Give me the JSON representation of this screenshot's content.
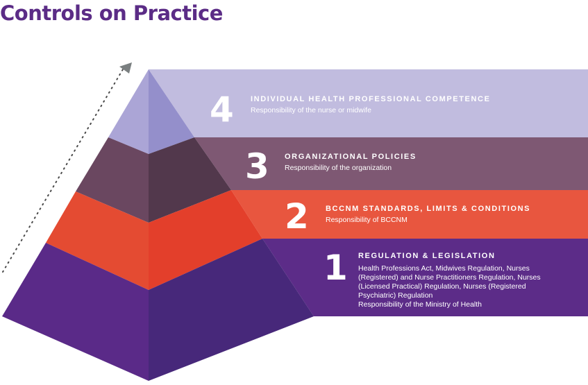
{
  "title": "Controls on Practice",
  "colors": {
    "title": "#5b2c86",
    "level4": "#c0bbdf",
    "level3": "#7e5873",
    "level2": "#e8563f",
    "level1": "#5c2c88"
  },
  "levels": [
    {
      "number": "4",
      "heading": "INDIVIDUAL HEALTH PROFESSIONAL COMPETENCE",
      "lines": [
        "Responsibility of the nurse or midwife"
      ]
    },
    {
      "number": "3",
      "heading": "ORGANIZATIONAL POLICIES",
      "lines": [
        "Responsibility of the organization"
      ]
    },
    {
      "number": "2",
      "heading": "BCCNM STANDARDS, LIMITS & CONDITIONS",
      "lines": [
        "Responsibility of BCCNM"
      ]
    },
    {
      "number": "1",
      "heading": "REGULATION & LEGISLATION",
      "lines": [
        "Health Professions Act, Midwives Regulation, Nurses",
        "(Registered) and Nurse Practitioners Regulation, Nurses",
        "(Licensed Practical) Regulation, Nurses (Registered",
        "Psychiatric) Regulation",
        "Responsibility of the Ministry of Health"
      ]
    }
  ]
}
